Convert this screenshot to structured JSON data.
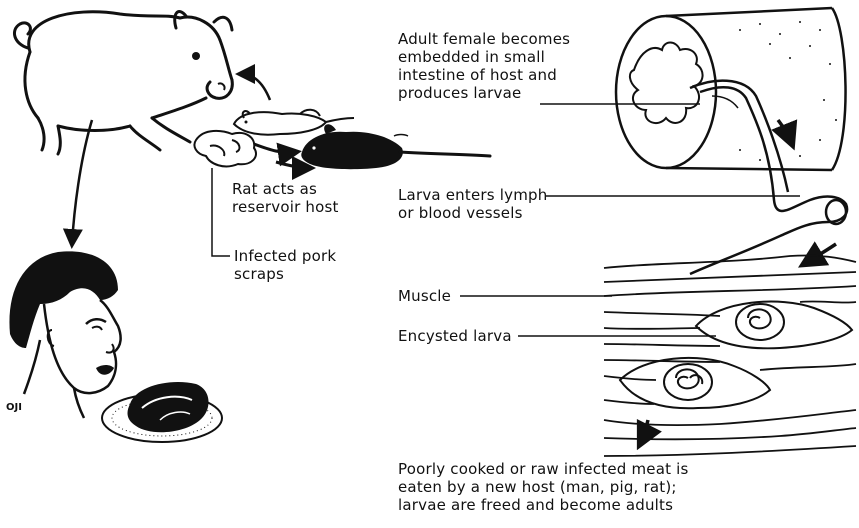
{
  "diagram": {
    "labels": {
      "adult_female": [
        "Adult female becomes",
        "embedded in small",
        "intestine of host and",
        "produces larvae"
      ],
      "rat_reservoir": [
        "Rat acts as",
        "reservoir host"
      ],
      "infected_scraps": [
        "Infected pork",
        "scraps"
      ],
      "larva_enters": [
        "Larva enters lymph",
        "or blood vessels"
      ],
      "muscle": "Muscle",
      "encysted": "Encysted larva",
      "poorly_cooked": [
        "Poorly cooked or raw infected meat is",
        "eaten by a new host (man, pig, rat);",
        "larvae are freed and become adults"
      ]
    },
    "artist_signature": "OJI"
  }
}
